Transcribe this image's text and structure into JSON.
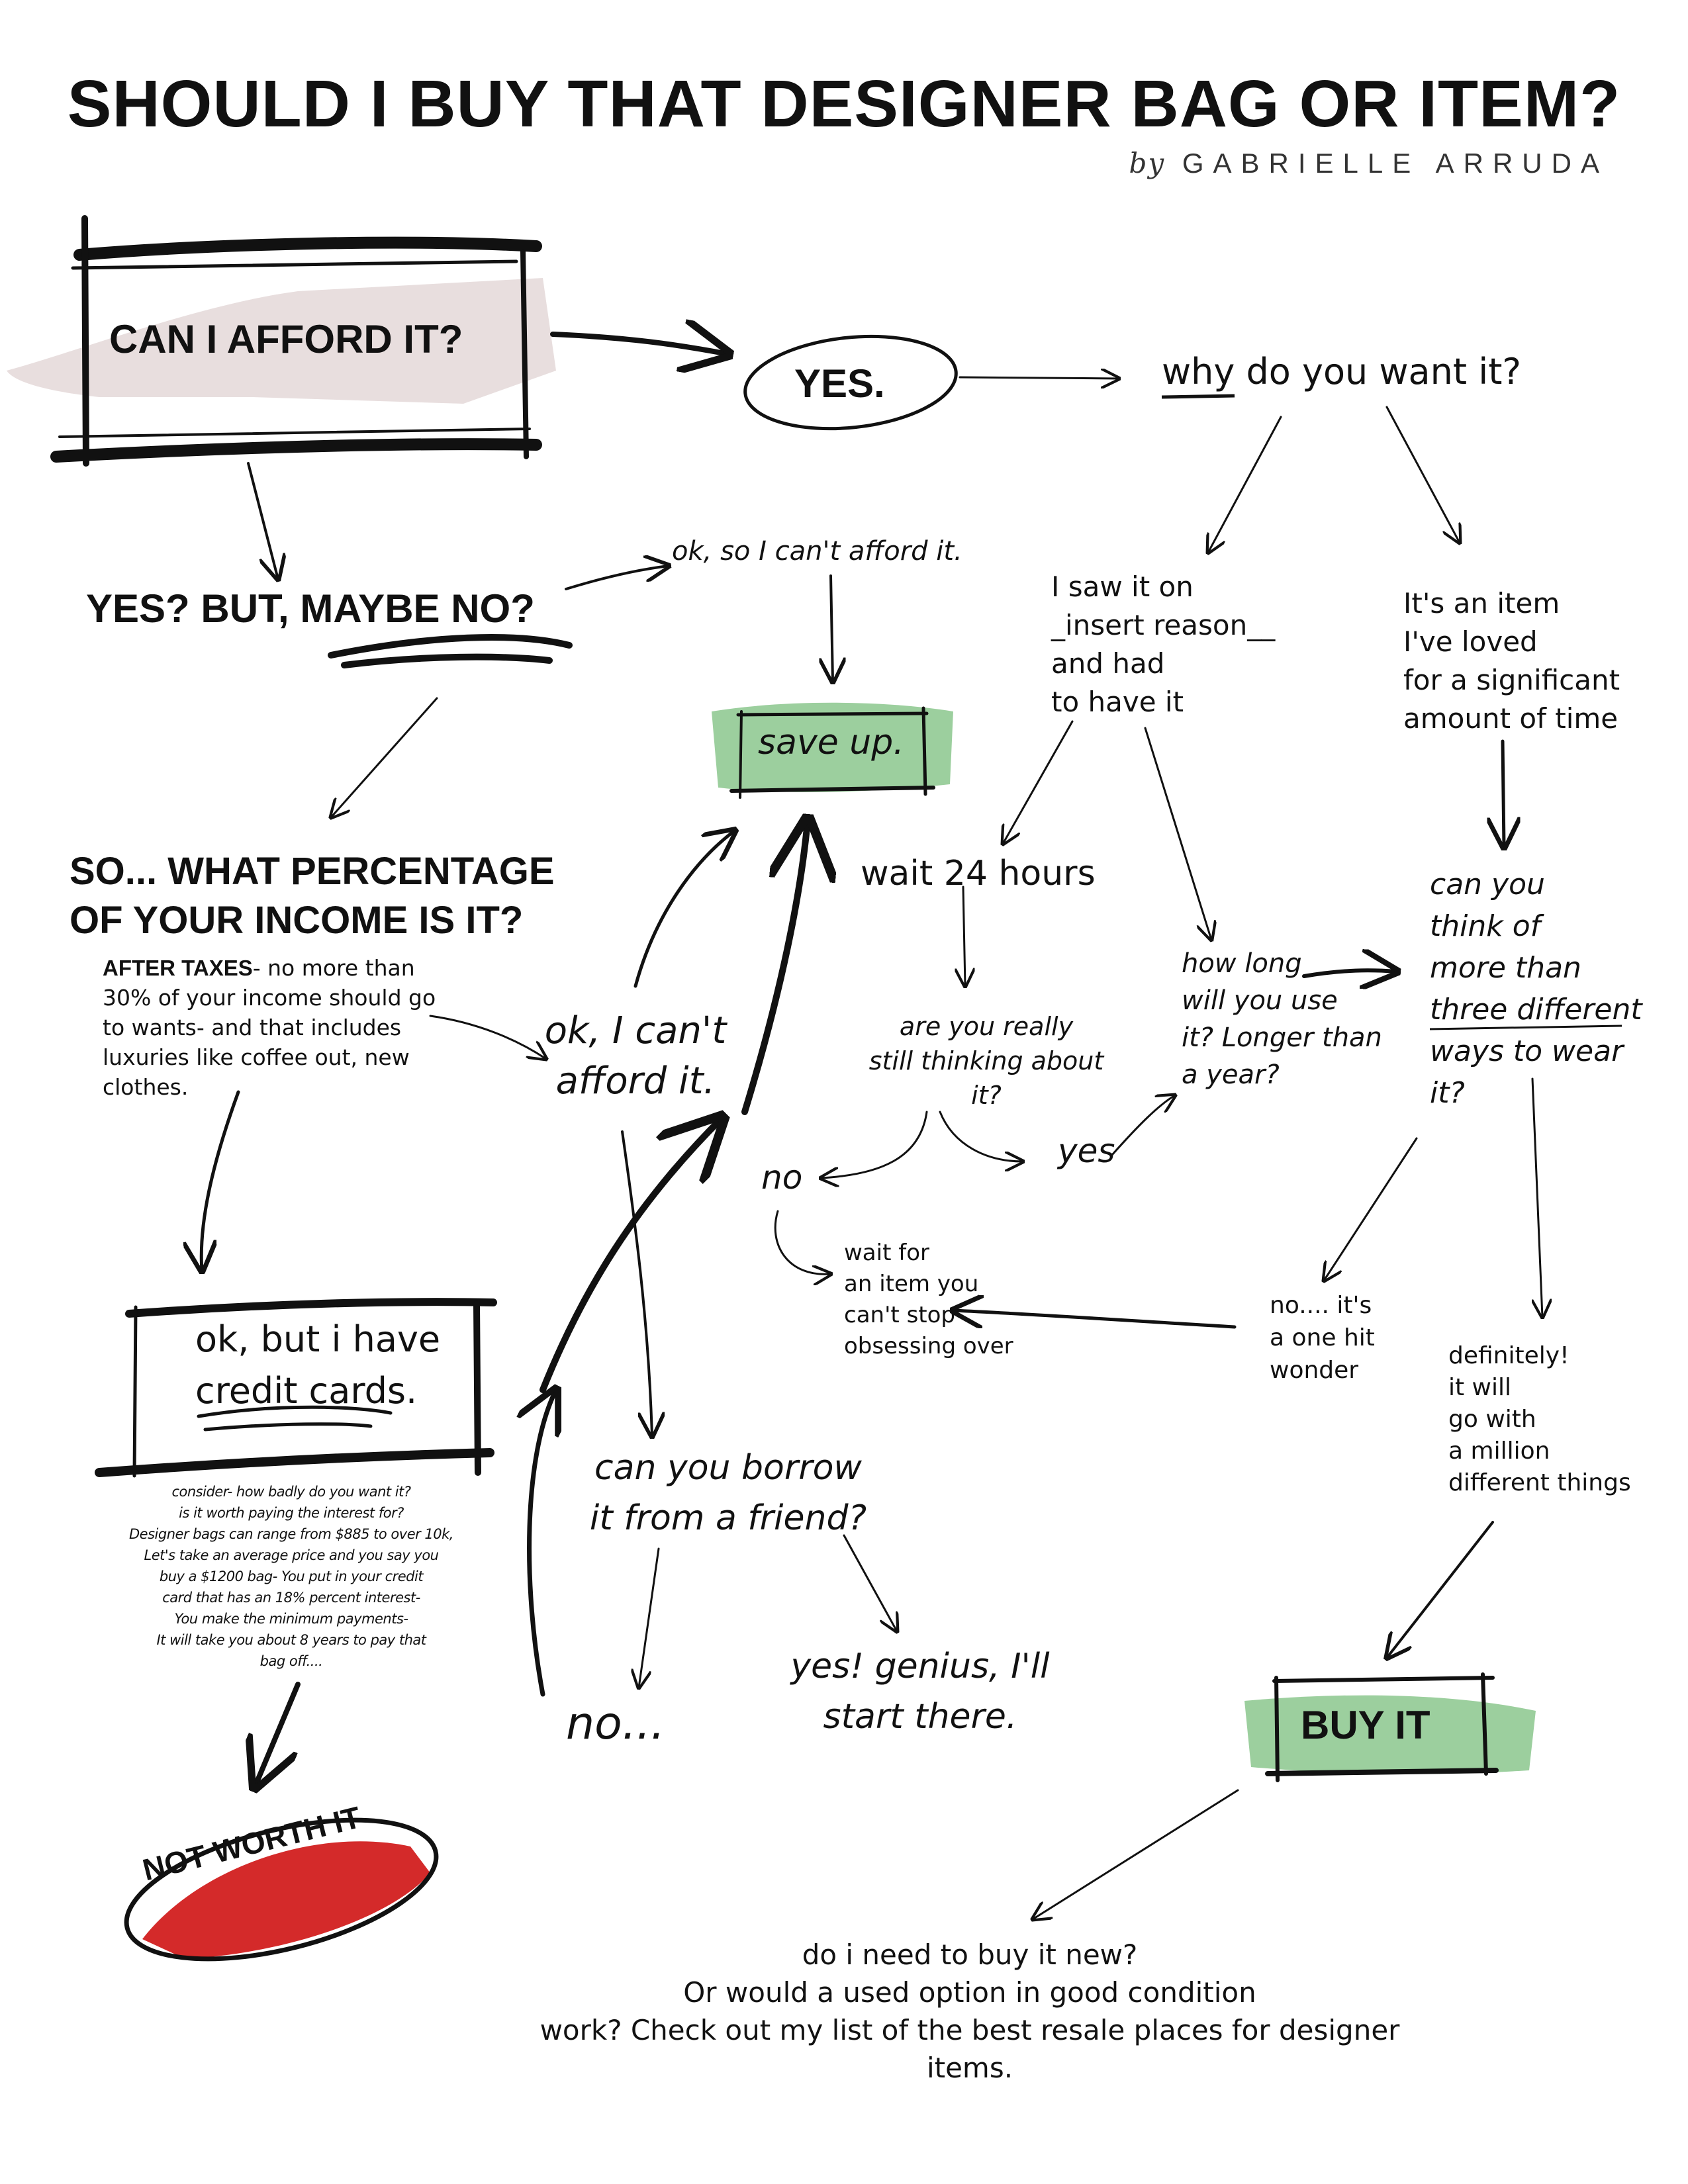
{
  "title": "SHOULD I BUY THAT DESIGNER BAG OR ITEM?",
  "byline": {
    "prefix": "by",
    "name": "GABRIELLE ARRUDA"
  },
  "nodes": {
    "can_afford": "CAN I AFFORD IT?",
    "yes": "YES.",
    "why_want": "why do you want it?",
    "yes_but_maybe_no": "YES? BUT, MAYBE NO?",
    "ok_cant_afford_small": "ok, so I can't afford it.",
    "save_up": "save up.",
    "saw_it_on": [
      "I saw it on",
      "_insert reason__",
      "and had",
      "to have it"
    ],
    "loved_item": [
      "It's an item",
      "I've loved",
      "for a significant",
      "amount of time"
    ],
    "what_percentage": [
      "SO... WHAT PERCENTAGE",
      "OF YOUR INCOME IS IT?"
    ],
    "after_taxes_bold": "AFTER TAXES",
    "after_taxes_rest": [
      "- no more than",
      "30% of your income should go",
      "to wants- and that includes",
      "luxuries like coffee out, new",
      "clothes."
    ],
    "ok_cant_afford_big": [
      "ok, I can't",
      "afford it."
    ],
    "wait_24": "wait 24 hours",
    "how_long": [
      "how long",
      "will you use",
      "it? Longer than",
      "a year?"
    ],
    "can_you_think": [
      "can you",
      "think of",
      "more than",
      "three different",
      "ways to wear",
      "it?"
    ],
    "still_thinking": [
      "are you really",
      "still thinking about",
      "it?"
    ],
    "no_small": "no",
    "yes_small": "yes",
    "wait_for_item": [
      "wait for",
      "an item you",
      "can't stop",
      "obsessing over"
    ],
    "one_hit": [
      "no.... it's",
      "a one hit",
      "wonder"
    ],
    "definitely": [
      "definitely!",
      "it will",
      "go with",
      "a million",
      "different things"
    ],
    "credit_cards": [
      "ok, but i have",
      "credit cards."
    ],
    "consider": [
      "consider- how badly do you want it?",
      "is it worth paying the interest for?",
      "Designer bags can range from $885 to over 10k,",
      "Let's take an average price and you say you",
      "buy a $1200 bag- You put in your credit",
      "card that has an 18% percent  interest-",
      "You make the minimum payments-",
      "It will take you about 8 years to pay that",
      "bag off...."
    ],
    "borrow": [
      "can you borrow",
      "it from a friend?"
    ],
    "genius": [
      "yes! genius, I'll",
      "start there."
    ],
    "no_dots": "no...",
    "buy_it": "BUY IT",
    "not_worth": "NOT WORTH IT",
    "buy_new": [
      "do i need to buy it new?",
      "Or would a used option in good condition",
      "work? Check out my list of the best resale places for designer",
      "items."
    ]
  },
  "colors": {
    "green_brush": "#9ccf9e",
    "red_brush": "#d42a2a",
    "pink_brush": "#e8dede",
    "ink": "#111111"
  }
}
